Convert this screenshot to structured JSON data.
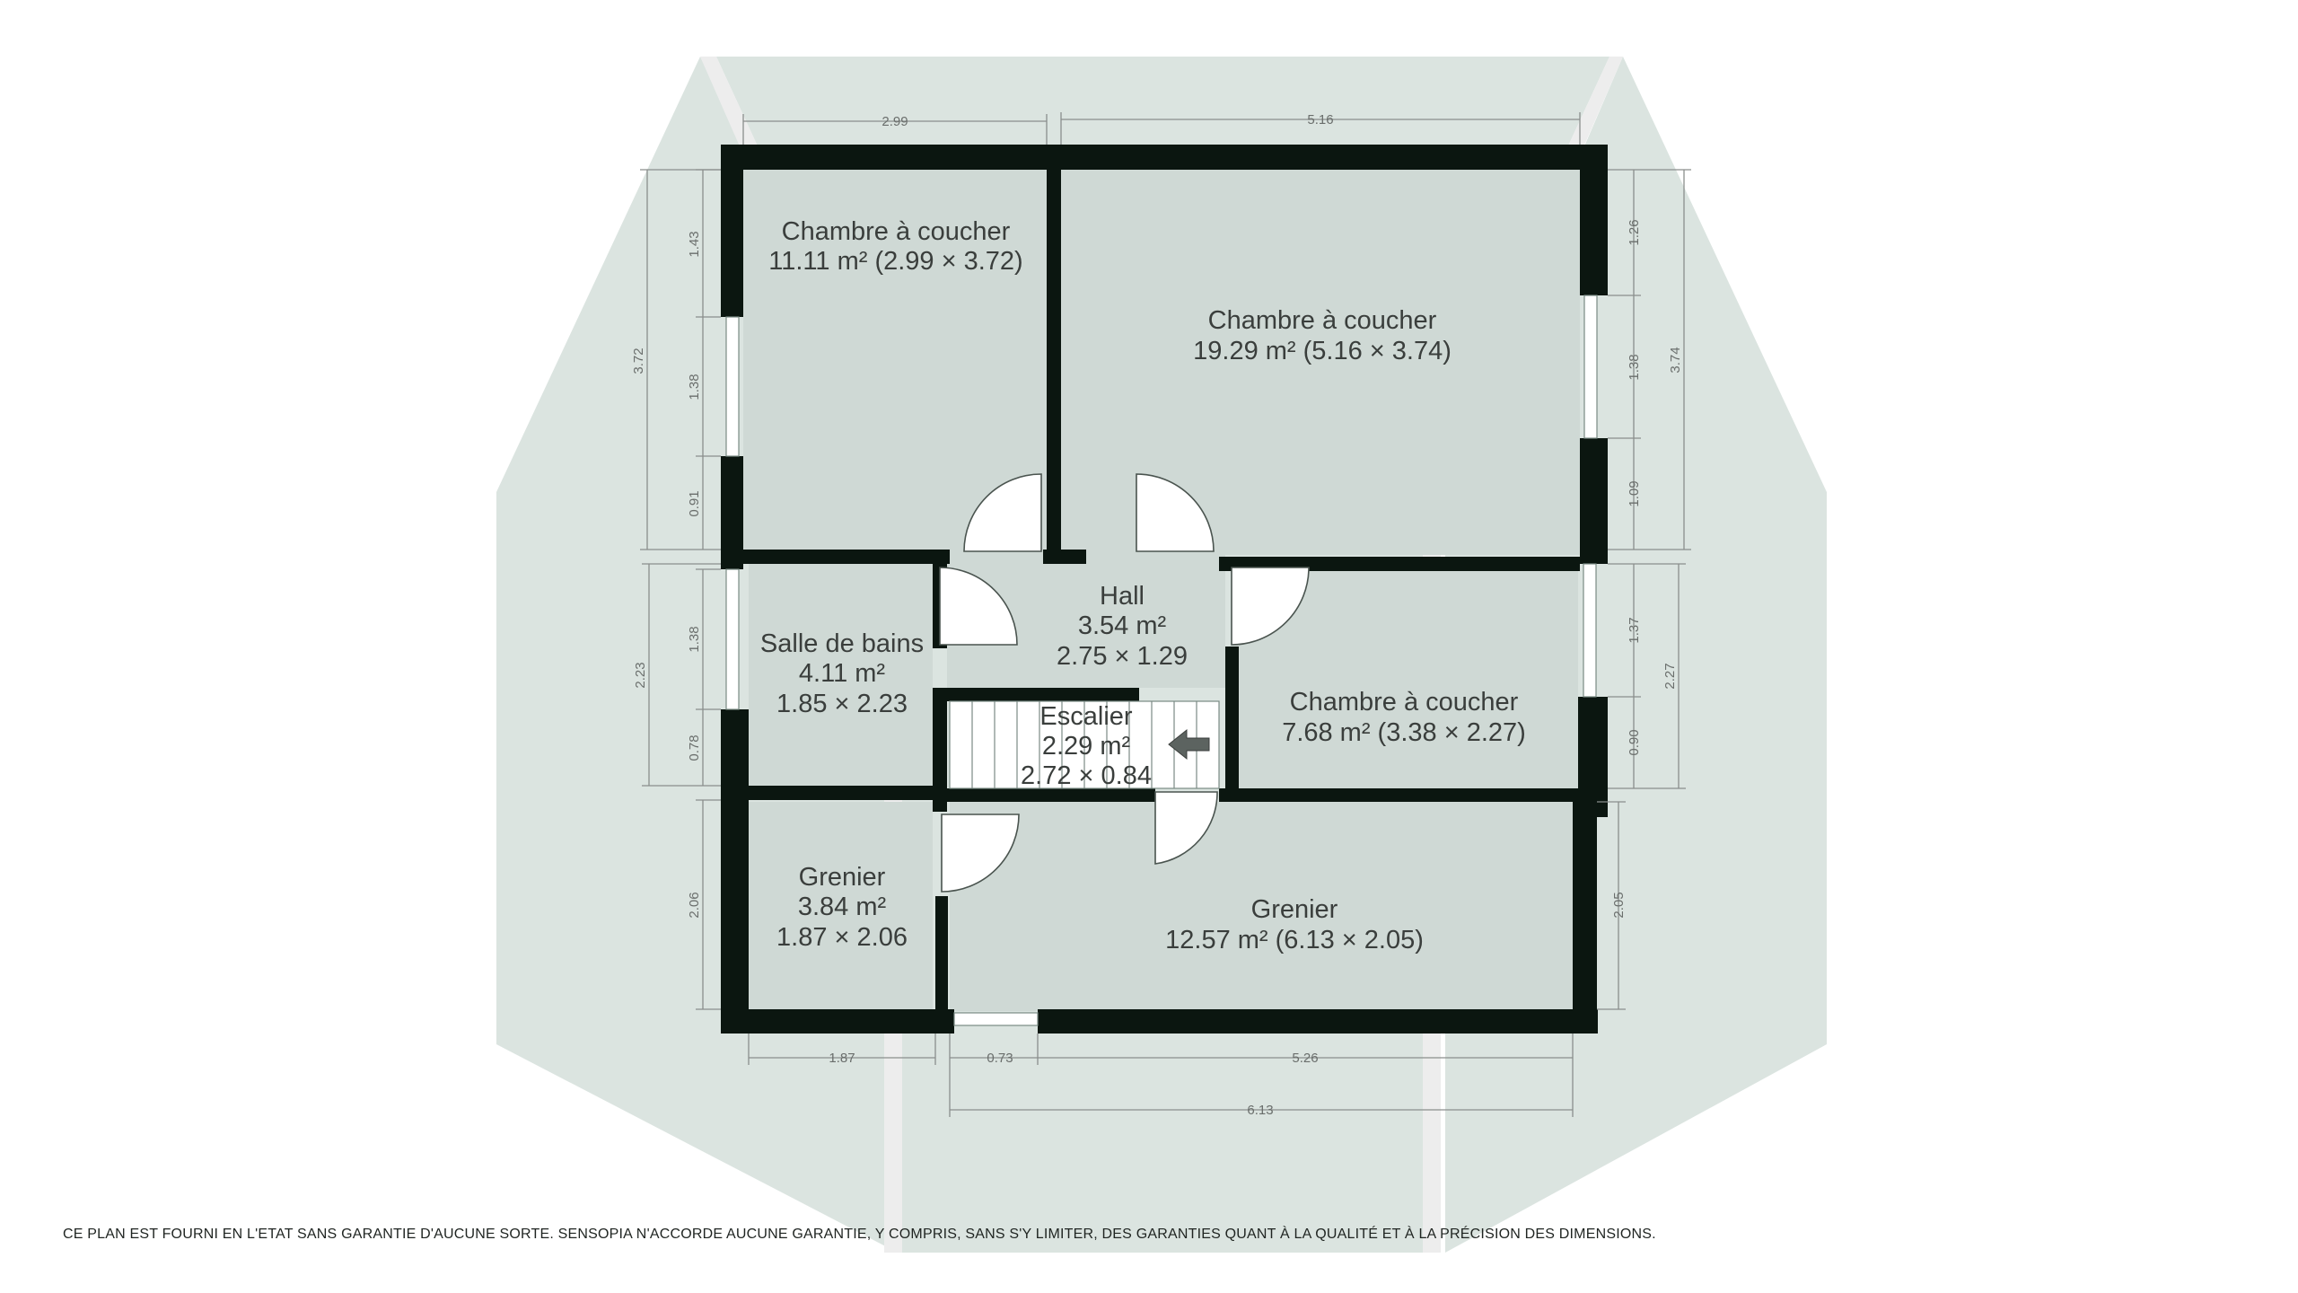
{
  "rooms": {
    "bedroom_nw": {
      "name": "Chambre à coucher",
      "area": "11.11 m² (2.99 × 3.72)"
    },
    "bedroom_ne": {
      "name": "Chambre à coucher",
      "area": "19.29 m² (5.16 × 3.74)"
    },
    "hall": {
      "name": "Hall",
      "area": "3.54 m²",
      "dims": "2.75 × 1.29"
    },
    "bathroom": {
      "name": "Salle de bains",
      "area": "4.11 m²",
      "dims": "1.85 × 2.23"
    },
    "stairs": {
      "name": "Escalier",
      "area": "2.29 m²",
      "dims": "2.72 × 0.84"
    },
    "bedroom_e": {
      "name": "Chambre à coucher",
      "area": "7.68 m² (3.38 × 2.27)"
    },
    "attic_w": {
      "name": "Grenier",
      "area": "3.84 m²",
      "dims": "1.87 × 2.06"
    },
    "attic_e": {
      "name": "Grenier",
      "area": "12.57 m² (6.13 × 2.05)"
    }
  },
  "dimensions": {
    "top_left": "2.99",
    "top_right": "5.16",
    "left_upper_a": "1.43",
    "left_upper_b": "1.38",
    "left_upper_c": "0.91",
    "left_upper_total": "3.72",
    "left_mid_a": "1.38",
    "left_mid_b": "0.78",
    "left_mid_total": "2.23",
    "left_lower": "2.06",
    "right_upper_a": "1.26",
    "right_upper_b": "1.38",
    "right_upper_c": "1.09",
    "right_upper_total": "3.74",
    "right_mid_a": "1.37",
    "right_mid_b": "0.90",
    "right_mid_total": "2.27",
    "right_lower": "2.05",
    "bottom_a": "1.87",
    "bottom_b": "0.73",
    "bottom_c": "5.26",
    "bottom_total": "6.13"
  },
  "colors": {
    "wall": "#0b1610",
    "room_fill": "#cfd9d5",
    "roof_fill": "#dbe4e0"
  },
  "disclaimer": "CE PLAN EST FOURNI EN L'ETAT SANS GARANTIE D'AUCUNE SORTE. SENSOPIA N'ACCORDE AUCUNE GARANTIE, Y COMPRIS, SANS S'Y LIMITER, DES GARANTIES QUANT À LA QUALITÉ ET À LA PRÉCISION DES DIMENSIONS."
}
